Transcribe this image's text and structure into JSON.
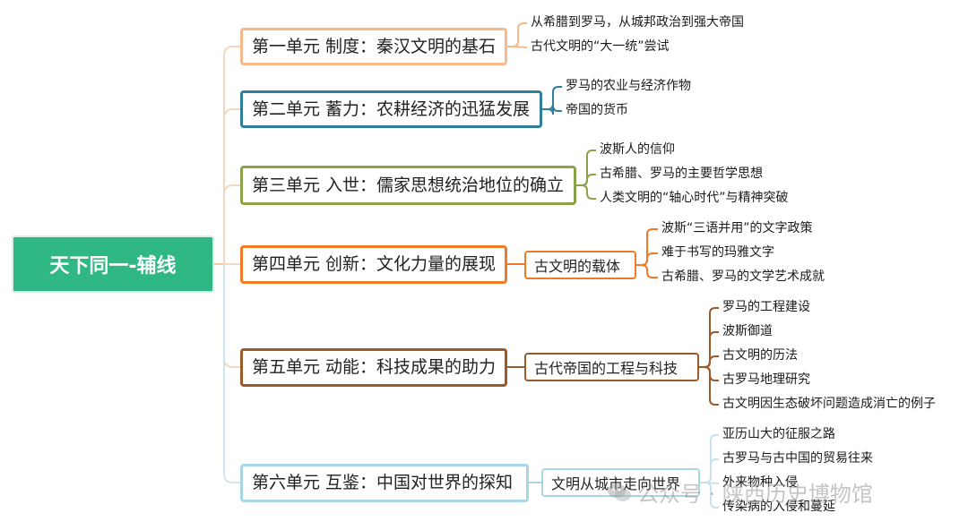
{
  "root": {
    "label": "天下同一-辅线",
    "color": "#2fb784"
  },
  "units": [
    {
      "label": "第一单元 制度：秦汉文明的基石",
      "color": "#f7b88a",
      "leaves": [
        "从希腊到罗马，从城邦政治到强大帝国",
        "古代文明的“大一统”尝试"
      ]
    },
    {
      "label": "第二单元 蓄力：农耕经济的迅猛发展",
      "color": "#2f7f9a",
      "leaves": [
        "罗马的农业与经济作物",
        "帝国的货币"
      ]
    },
    {
      "label": "第三单元 入世：儒家思想统治地位的确立",
      "color": "#8aa24a",
      "leaves": [
        "波斯人的信仰",
        "古希腊、罗马的主要哲学思想",
        "人类文明的“轴心时代”与精神突破"
      ]
    },
    {
      "label": "第四单元 创新：文化力量的展现",
      "color": "#f07a2a",
      "topic": "古文明的载体",
      "leaves": [
        "波斯“三语并用”的文字政策",
        "难于书写的玛雅文字",
        "古希腊、罗马的文学艺术成就"
      ]
    },
    {
      "label": "第五单元 动能：科技成果的助力",
      "color": "#9a5a2a",
      "topic": "古代帝国的工程与科技",
      "leaves": [
        "罗马的工程建设",
        "波斯御道",
        "古文明的历法",
        "古罗马地理研究",
        "古文明因生态破坏问题造成消亡的例子"
      ]
    },
    {
      "label": "第六单元 互鉴：中国对世界的探知",
      "color": "#a9d6e6",
      "topic": "文明从城市走向世界",
      "leaves": [
        "亚历山大的征服之路",
        "古罗马与古中国的贸易往来",
        "外来物种入侵",
        "传染病的入侵和蔓延"
      ]
    }
  ],
  "watermark": {
    "text": "公众号 · 陕西历史博物馆",
    "icon": "wechat-icon"
  }
}
